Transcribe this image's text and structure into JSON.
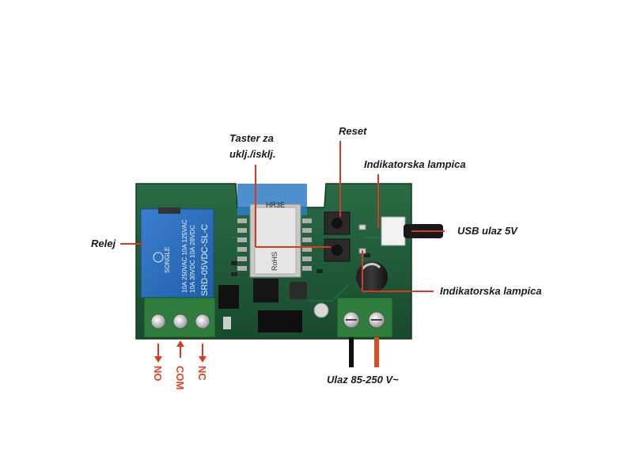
{
  "labels": {
    "taster": "Taster za\nuklj./isklj.",
    "reset": "Reset",
    "indikator_top": "Indikatorska lampica",
    "usb": "USB ulaz 5V",
    "relej": "Relej",
    "indikator_bottom": "Indikatorska lampica",
    "ulaz": "Ulaz 85-250 V~"
  },
  "terminals": {
    "no": "NO",
    "com": "COM",
    "nc": "NC"
  },
  "relay_text": {
    "brand": "SONGLE",
    "rating1": "10A 250VAC 10A 125VAC",
    "rating2": "10A 30VDC 10A 28VDC",
    "model": "SRD-05VDC-SL-C"
  },
  "module_text": {
    "name": "HR3E",
    "rohs": "RoHS"
  },
  "colors": {
    "pcb": "#1f5a38",
    "relay": "#2f6fba",
    "terminal": "#2f7d3d",
    "accent": "#d33a1e",
    "wire_live": "#e04a1a"
  }
}
